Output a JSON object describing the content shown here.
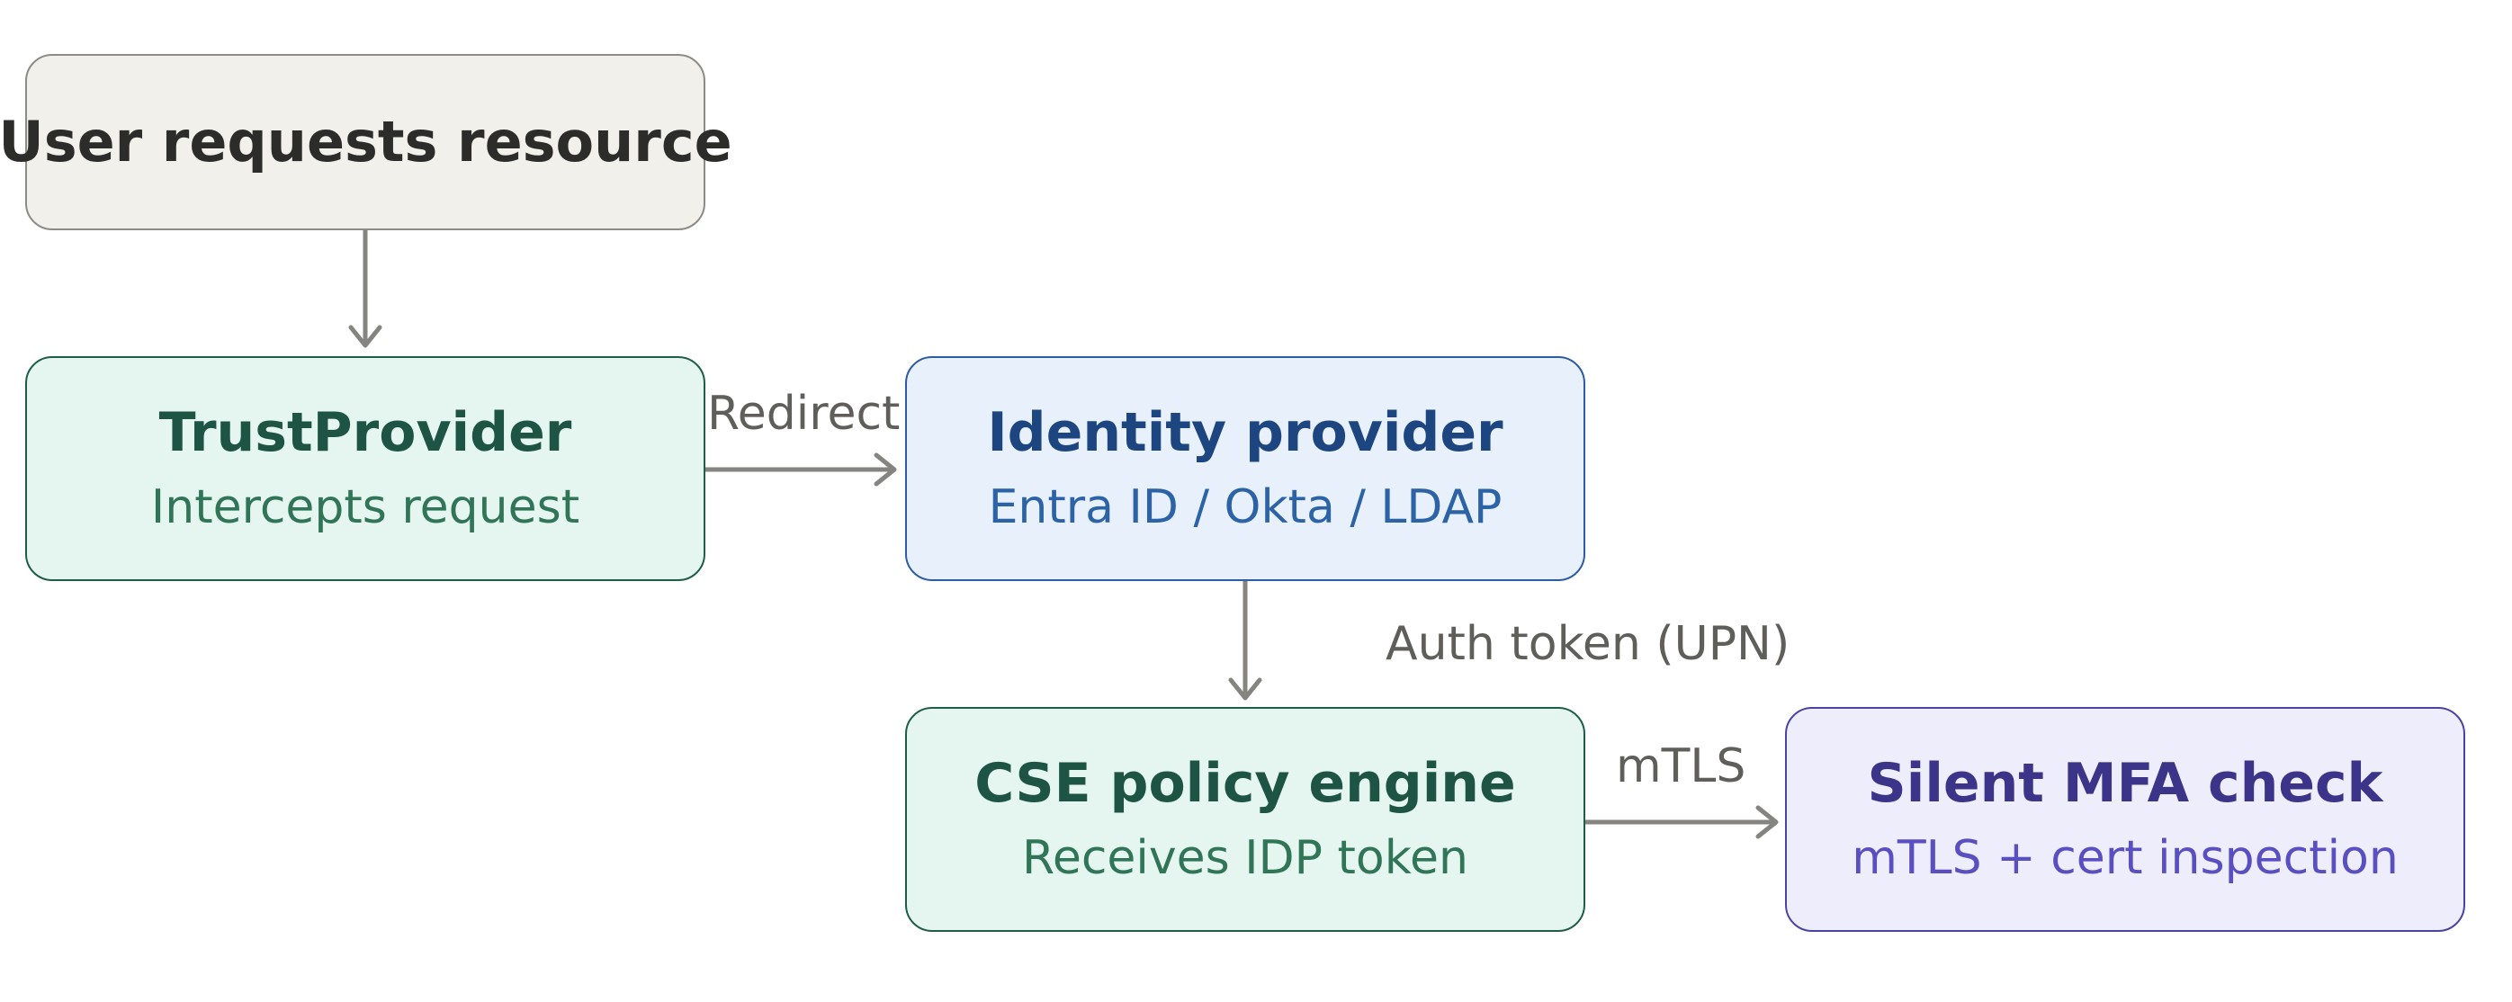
{
  "nodes": {
    "user": {
      "title": "User requests resource"
    },
    "trust": {
      "title": "TrustProvider",
      "subtitle": "Intercepts request"
    },
    "idp": {
      "title": "Identity provider",
      "subtitle": "Entra ID / Okta / LDAP"
    },
    "cse": {
      "title": "CSE policy engine",
      "subtitle": "Receives IDP token"
    },
    "mfa": {
      "title": "Silent MFA check",
      "subtitle": "mTLS + cert inspection"
    }
  },
  "edges": {
    "redirect": "Redirect",
    "auth": "Auth token (UPN)",
    "mtls": "mTLS"
  },
  "colors": {
    "arrow": "#858480",
    "neutral_fill": "#f1f0eb",
    "teal_fill": "#e5f5ef",
    "blue_fill": "#e7f0fb",
    "purple_fill": "#ededfc"
  }
}
